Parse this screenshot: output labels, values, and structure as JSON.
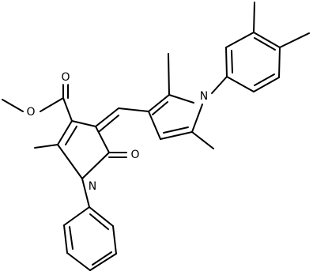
{
  "diagram": {
    "type": "chemical-structure",
    "background_color": "#ffffff",
    "bond_color": "#000000",
    "atom_labels": {
      "ester_ether_oxygen": "O",
      "ester_carbonyl_oxygen": "O",
      "ketone_oxygen": "O",
      "pyrrolinone_nitrogen": "N",
      "pyrrole_nitrogen": "N"
    }
  }
}
